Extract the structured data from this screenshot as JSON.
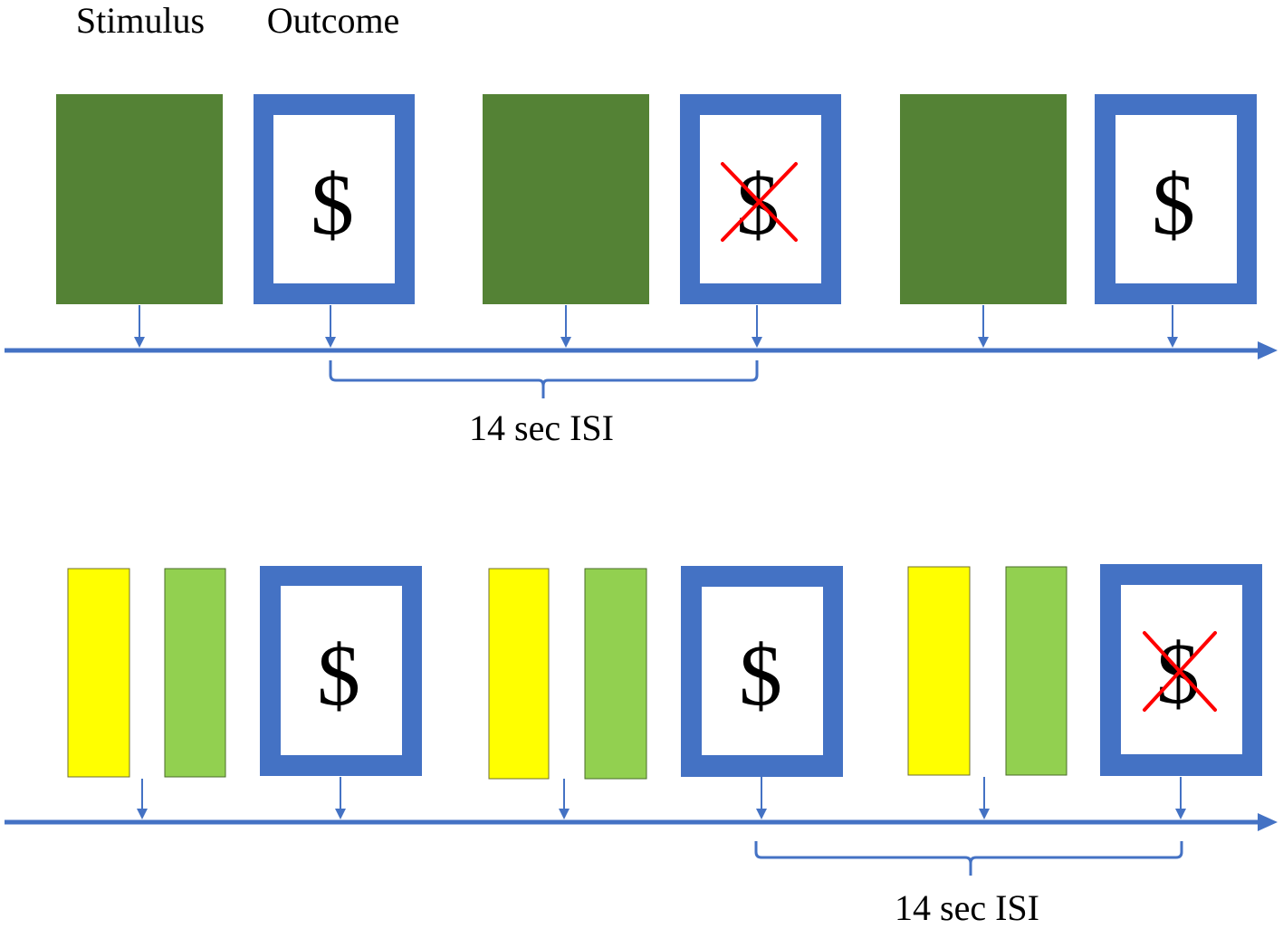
{
  "header": {
    "stimulus_label": "Stimulus",
    "outcome_label": "Outcome"
  },
  "colors": {
    "timeline": "#4472C4",
    "outcome_frame": "#4472C4",
    "stimulus_dark_green": "#548235",
    "cue_yellow": "#FFFF00",
    "cue_light_green": "#92D050",
    "cross": "#FF0000"
  },
  "icons": {
    "reward": "dollar-icon",
    "no_reward": "cross-icon"
  },
  "panel_top": {
    "trials": [
      {
        "stimuli": [
          "dark-green"
        ],
        "outcome": {
          "symbol": "$",
          "rewarded": true
        }
      },
      {
        "stimuli": [
          "dark-green"
        ],
        "outcome": {
          "symbol": "$",
          "rewarded": false
        }
      },
      {
        "stimuli": [
          "dark-green"
        ],
        "outcome": {
          "symbol": "$",
          "rewarded": true
        }
      }
    ],
    "isi_label": "14 sec ISI"
  },
  "panel_bottom": {
    "trials": [
      {
        "stimuli": [
          "yellow",
          "light-green"
        ],
        "outcome": {
          "symbol": "$",
          "rewarded": true
        }
      },
      {
        "stimuli": [
          "yellow",
          "light-green"
        ],
        "outcome": {
          "symbol": "$",
          "rewarded": true
        }
      },
      {
        "stimuli": [
          "yellow",
          "light-green"
        ],
        "outcome": {
          "symbol": "$",
          "rewarded": false
        }
      }
    ],
    "isi_label": "14 sec ISI"
  }
}
